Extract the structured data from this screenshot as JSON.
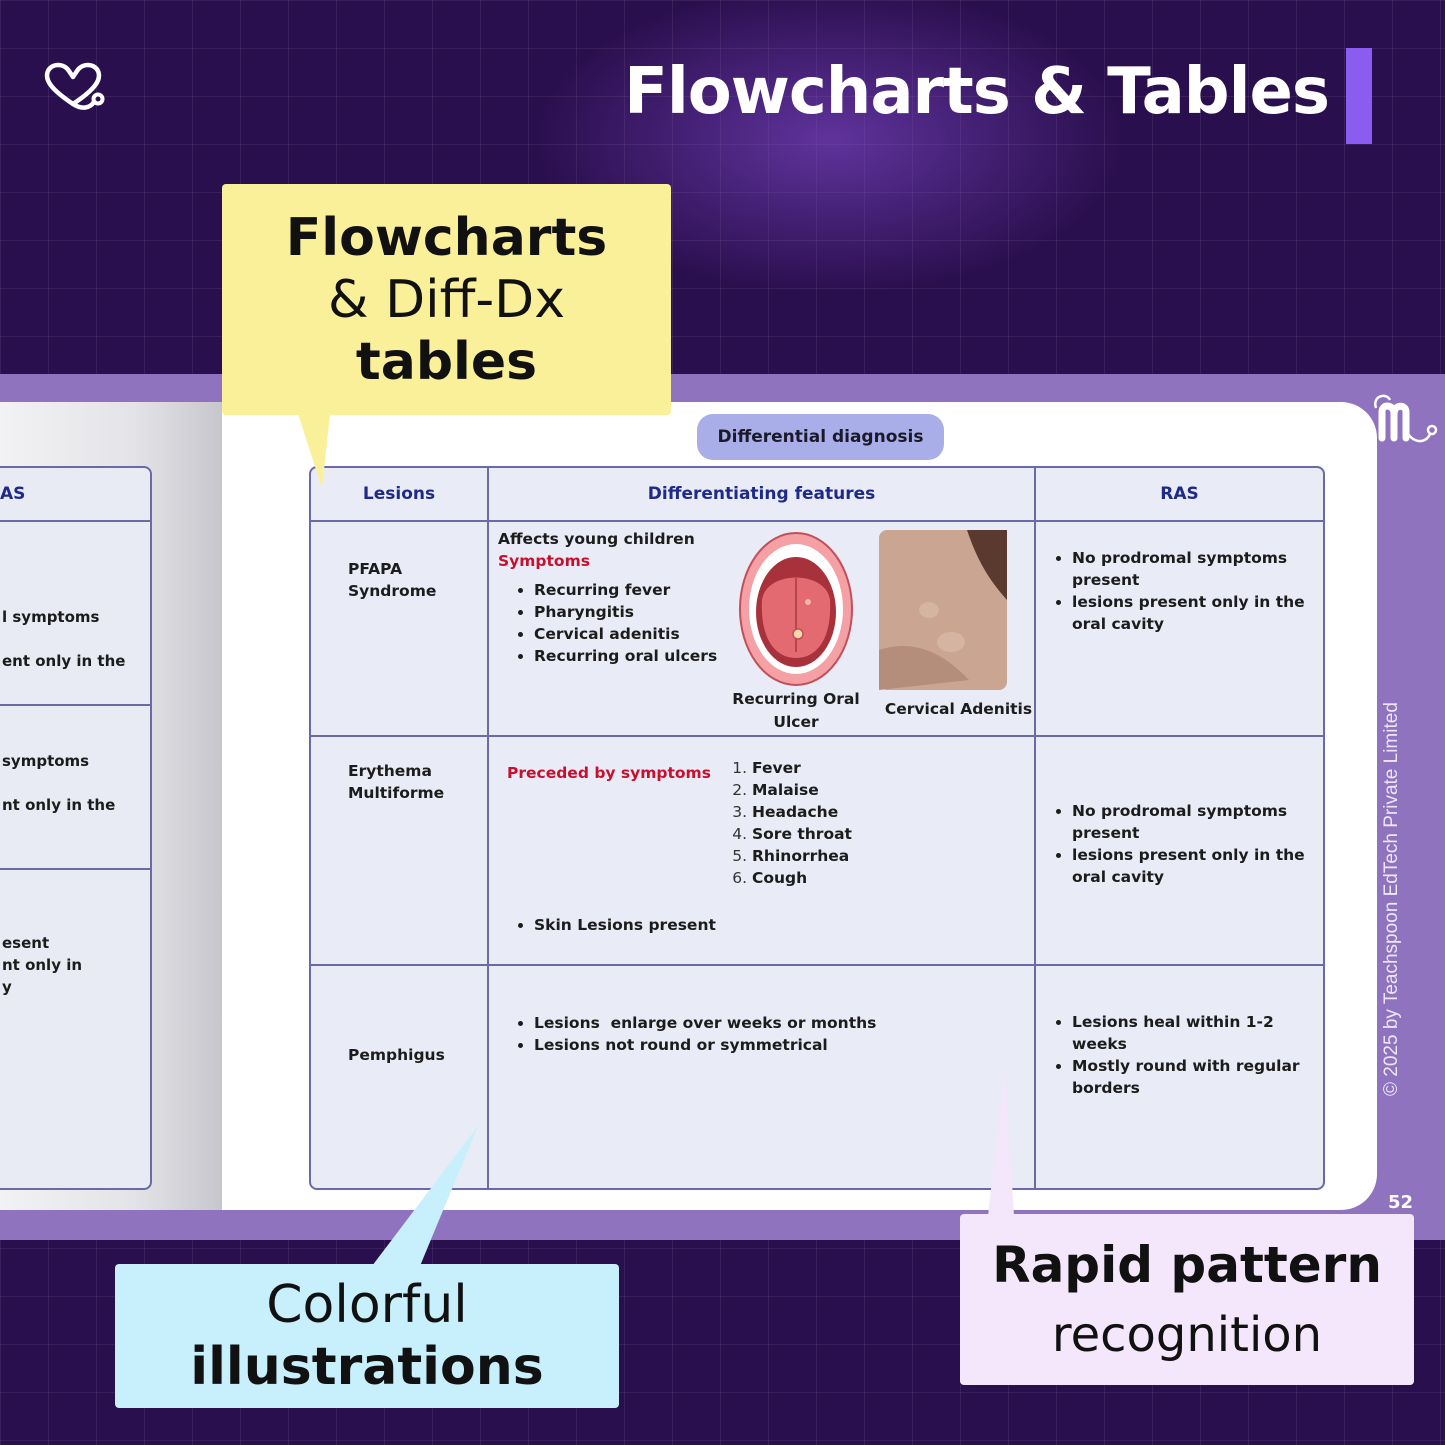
{
  "header": {
    "title": "Flowcharts & Tables",
    "logo_icon": "heart-stethoscope-icon",
    "accent": "#8a5cf0"
  },
  "callouts": {
    "yellow": {
      "line1": "Flowcharts",
      "line2": "& Diff-Dx",
      "line3": "tables"
    },
    "blue": {
      "line1": "Colorful",
      "line2": "illustrations"
    },
    "pink": {
      "line1": "Rapid pattern",
      "line2": "recognition"
    }
  },
  "left_page": {
    "header_fragment": "AS",
    "row1": {
      "line1": "l symptoms",
      "line2": "ent only in the"
    },
    "row2": {
      "line1": " symptoms",
      "line2": "nt only in the"
    },
    "row3": {
      "line1": "esent",
      "line2": "nt only in",
      "line3": "y"
    }
  },
  "book": {
    "pill": "Differential diagnosis",
    "copyright": "© 2025 by Teachspoon EdTech Private Limited",
    "page_number": "52",
    "brand_icon": "stethoscope-m-icon"
  },
  "table": {
    "headers": {
      "lesions": "Lesions",
      "features": "Differentiating features",
      "ras": "RAS"
    },
    "rows": [
      {
        "lesion_line1": "PFAPA",
        "lesion_line2": "Syndrome",
        "intro": "Affects young children",
        "subhead": "Symptoms",
        "bullets": [
          "Recurring fever",
          "Pharyngitis",
          "Cervical adenitis",
          "Recurring oral ulcers"
        ],
        "caption_mouth_line1": "Recurring Oral",
        "caption_mouth_line2": "Ulcer",
        "caption_neck": "Cervical Adenitis",
        "ras": [
          "No prodromal symptoms present",
          "lesions present only in the oral cavity"
        ]
      },
      {
        "lesion_line1": "Erythema",
        "lesion_line2": "Multiforme",
        "subhead": "Preceded by symptoms",
        "numbered": [
          "Fever",
          "Malaise",
          "Headache",
          "Sore throat",
          "Rhinorrhea",
          "Cough"
        ],
        "bullet": "Skin Lesions present",
        "ras": [
          "No prodromal symptoms present",
          "lesions present only in the oral cavity"
        ]
      },
      {
        "lesion_line1": "Pemphigus",
        "bullets": [
          "Lesions  enlarge over weeks or months",
          "Lesions not round or symmetrical"
        ],
        "ras": [
          "Lesions heal within 1-2 weeks",
          "Mostly round with regular borders"
        ]
      }
    ]
  }
}
